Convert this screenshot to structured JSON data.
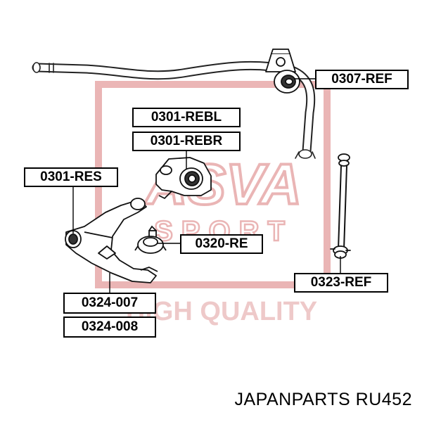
{
  "watermark": {
    "logo_text": "ASVA",
    "logo_sub": "SPORT",
    "slogan": "HIGH QUALITY",
    "color": "#e7a9a9"
  },
  "labels": {
    "stabilizer_bushing": "0307-REF",
    "bushing_left": "0301-REBL",
    "bushing_right": "0301-REBR",
    "arm_bushing": "0301-RES",
    "ball_joint": "0320-RE",
    "stabilizer_link": "0323-REF",
    "arm_left": "0324-007",
    "arm_right": "0324-008"
  },
  "footer": {
    "brand": "JAPANPARTS",
    "part_number": "RU452"
  }
}
